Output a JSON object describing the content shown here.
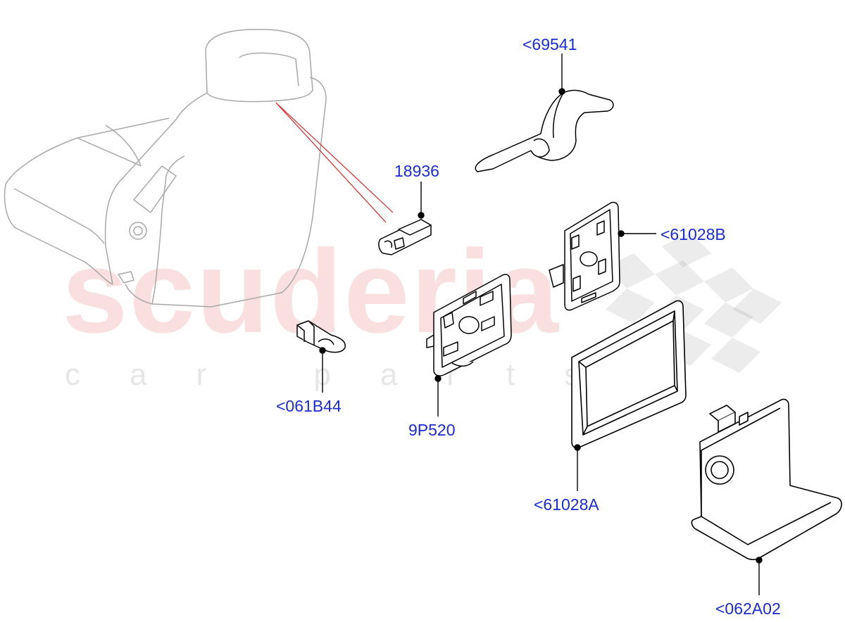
{
  "watermark": {
    "brand": "scuderia",
    "tagline": "car parts"
  },
  "callouts": [
    {
      "id": "69541",
      "text": "<69541"
    },
    {
      "id": "18936",
      "text": "18936"
    },
    {
      "id": "61028B",
      "text": "<61028B"
    },
    {
      "id": "061B44",
      "text": "<061B44"
    },
    {
      "id": "9P520",
      "text": "9P520"
    },
    {
      "id": "61028A",
      "text": "<61028A"
    },
    {
      "id": "062A02",
      "text": "<062A02"
    }
  ],
  "colors": {
    "callout": "#1a2bd6",
    "line": "#000000",
    "leader": "#e02020",
    "seat": "#a8a8a8",
    "watermark": "#e15f5f"
  }
}
